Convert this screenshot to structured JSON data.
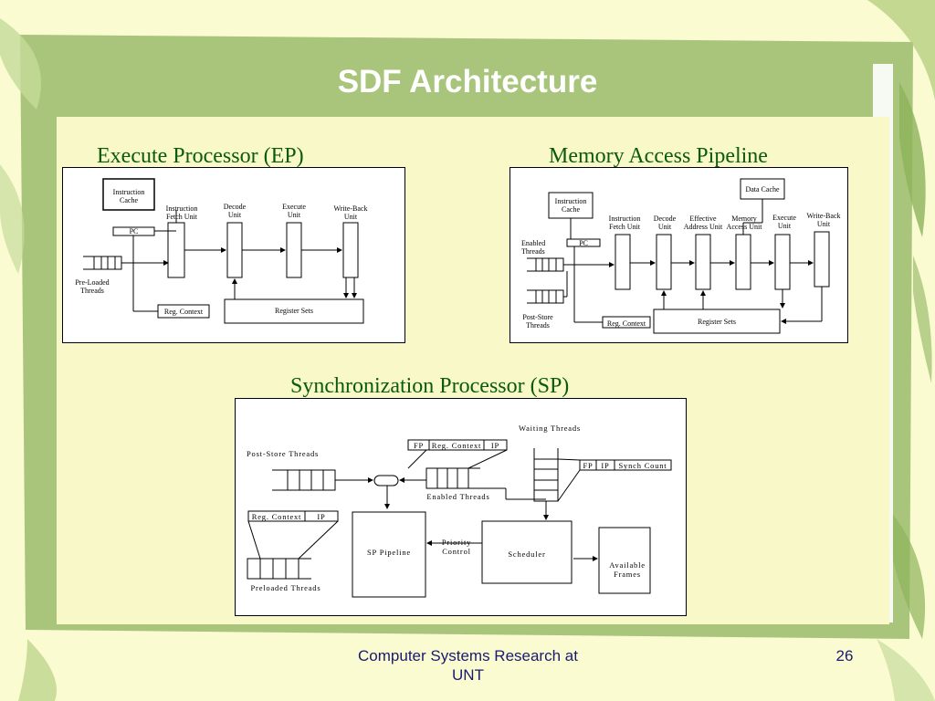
{
  "slide": {
    "title": "SDF Architecture",
    "footer_text_line1": "Computer Systems Research at",
    "footer_text_line2": "UNT",
    "page_number": "26",
    "colors": {
      "green": "#a9c57c",
      "dark_green": "#0b5b0b",
      "footer_blue": "#1a1a6e",
      "background": "#fbfbd2"
    }
  },
  "ep": {
    "heading": "Execute Processor (EP)",
    "instr_cache": [
      "Instruction",
      "Cache"
    ],
    "fetch": [
      "Instruction",
      "Fetch Unit"
    ],
    "decode": [
      "Decode",
      "Unit"
    ],
    "execute": [
      "Execute",
      "Unit"
    ],
    "writeback": [
      "Write-Back",
      "Unit"
    ],
    "pc": "PC",
    "threads": [
      "Pre-Loaded",
      "Threads"
    ],
    "reg_context": "Reg. Context",
    "register_sets": "Register Sets"
  },
  "map": {
    "heading": "Memory Access Pipeline",
    "data_cache": "Data Cache",
    "instr_cache": [
      "Instruction",
      "Cache"
    ],
    "fetch": [
      "Instruction",
      "Fetch Unit"
    ],
    "decode": [
      "Decode",
      "Unit"
    ],
    "effective": [
      "Effective",
      "Address Unit"
    ],
    "memory": [
      "Memory",
      "Access Unit"
    ],
    "execute": [
      "Execute",
      "Unit"
    ],
    "writeback": [
      "Write-Back",
      "Unit"
    ],
    "enabled": [
      "Enabled",
      "Threads"
    ],
    "pc": "PC",
    "poststore": [
      "Post-Store",
      "Threads"
    ],
    "reg_context": "Reg. Context",
    "register_sets": "Register Sets"
  },
  "sp": {
    "heading": "Synchronization  Processor (SP)",
    "waiting": "Waiting Threads",
    "poststore": "Post-Store Threads",
    "fp_reg_ip": [
      "FP",
      "Reg. Context",
      "IP"
    ],
    "fp_ip_sync": [
      "FP",
      "IP",
      "Synch Count"
    ],
    "enabled": "Enabled Threads",
    "reg_ip": [
      "Reg. Context",
      "IP"
    ],
    "pipeline": "SP Pipeline",
    "priority": [
      "Priority",
      "Control"
    ],
    "scheduler": "Scheduler",
    "available": [
      "Available",
      "Frames"
    ],
    "preloaded": "Preloaded Threads"
  }
}
